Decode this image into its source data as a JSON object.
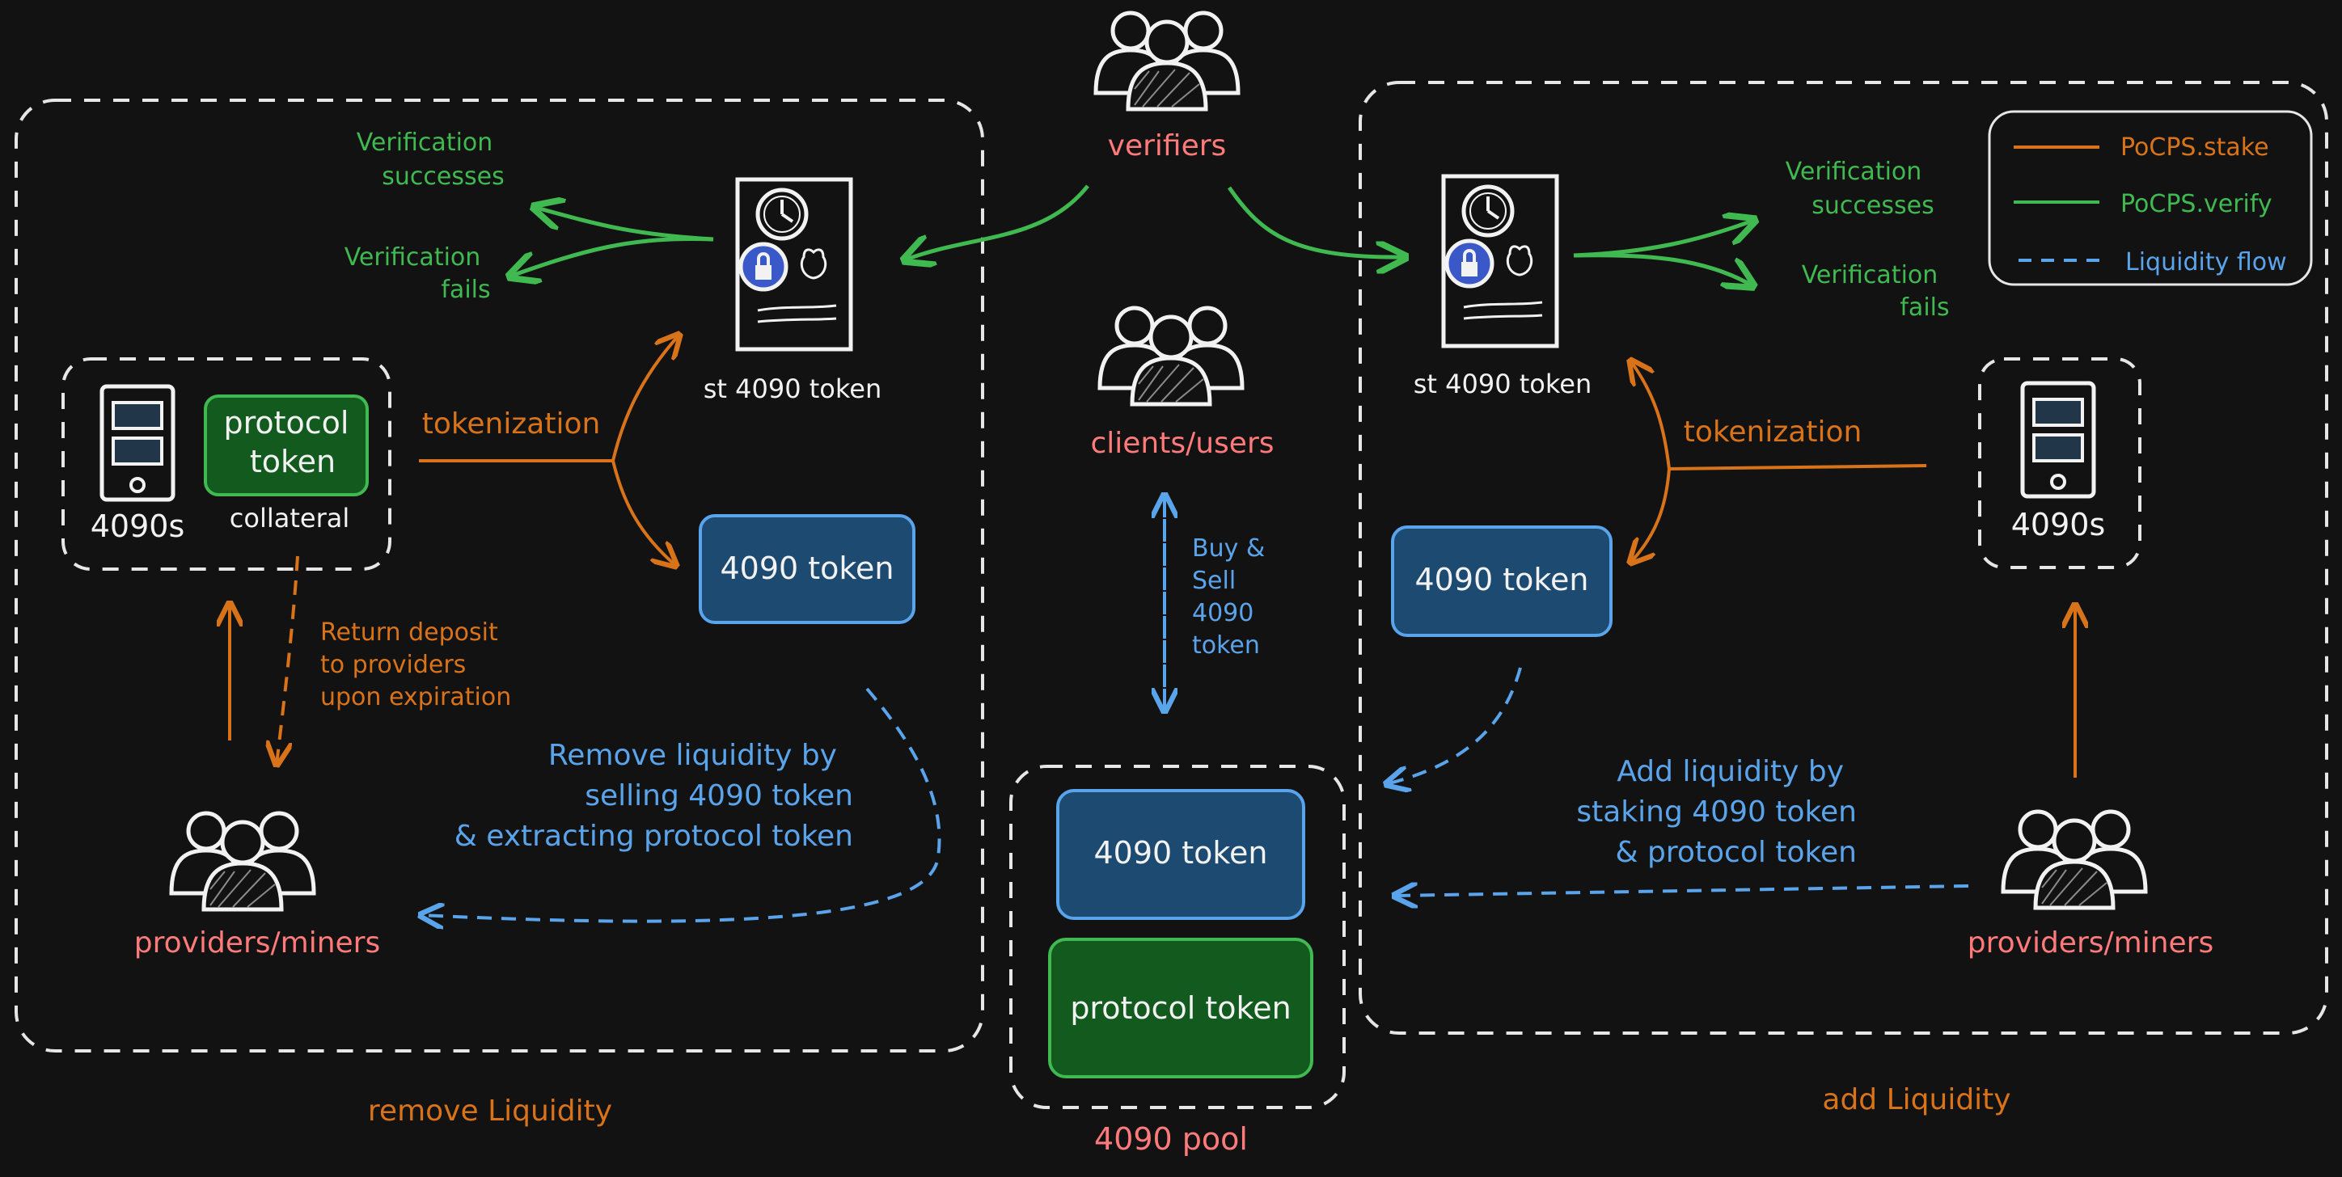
{
  "actors": {
    "verifiers": "verifiers",
    "clients": "clients/users",
    "providers_left": "providers/miners",
    "providers_right": "providers/miners"
  },
  "left": {
    "section_label": "remove Liquidity",
    "verification_success": [
      "Verification",
      "successes"
    ],
    "verification_fail": [
      "Verification",
      "fails"
    ],
    "device_label": "4090s",
    "protocol_token": [
      "protocol",
      "token"
    ],
    "collateral": "collateral",
    "tokenization": "tokenization",
    "st_token": "st 4090 token",
    "token_4090": "4090 token",
    "return_deposit": [
      "Return deposit",
      "to providers",
      "upon expiration"
    ],
    "remove_liquidity": [
      "Remove liquidity by",
      "selling 4090 token",
      "& extracting protocol token"
    ]
  },
  "center": {
    "buy_sell": [
      "Buy &",
      "Sell",
      "4090",
      "token"
    ],
    "pool_token_4090": "4090 token",
    "pool_protocol": "protocol token",
    "pool_label": "4090 pool"
  },
  "right": {
    "section_label": "add Liquidity",
    "st_token": "st 4090 token",
    "verification_success": [
      "Verification",
      "successes"
    ],
    "verification_fail": [
      "Verification",
      "fails"
    ],
    "tokenization": "tokenization",
    "device_label": "4090s",
    "token_4090": "4090 token",
    "add_liquidity": [
      "Add liquidity by",
      "staking 4090 token",
      "& protocol token"
    ]
  },
  "legend": {
    "stake": "PoCPS.stake",
    "verify": "PoCPS.verify",
    "flow": "Liquidity flow"
  },
  "colors": {
    "background": "#121212",
    "stroke": "#f2f2f2",
    "actor": "#ff7a7a",
    "verify": "#3fb950",
    "stake": "#d9731a",
    "liquidity": "#5aa4ec",
    "token_fill": "#1c4a70",
    "token_border": "#5aa4ec",
    "protocol_fill": "#135a1f",
    "protocol_border": "#3fb950"
  }
}
